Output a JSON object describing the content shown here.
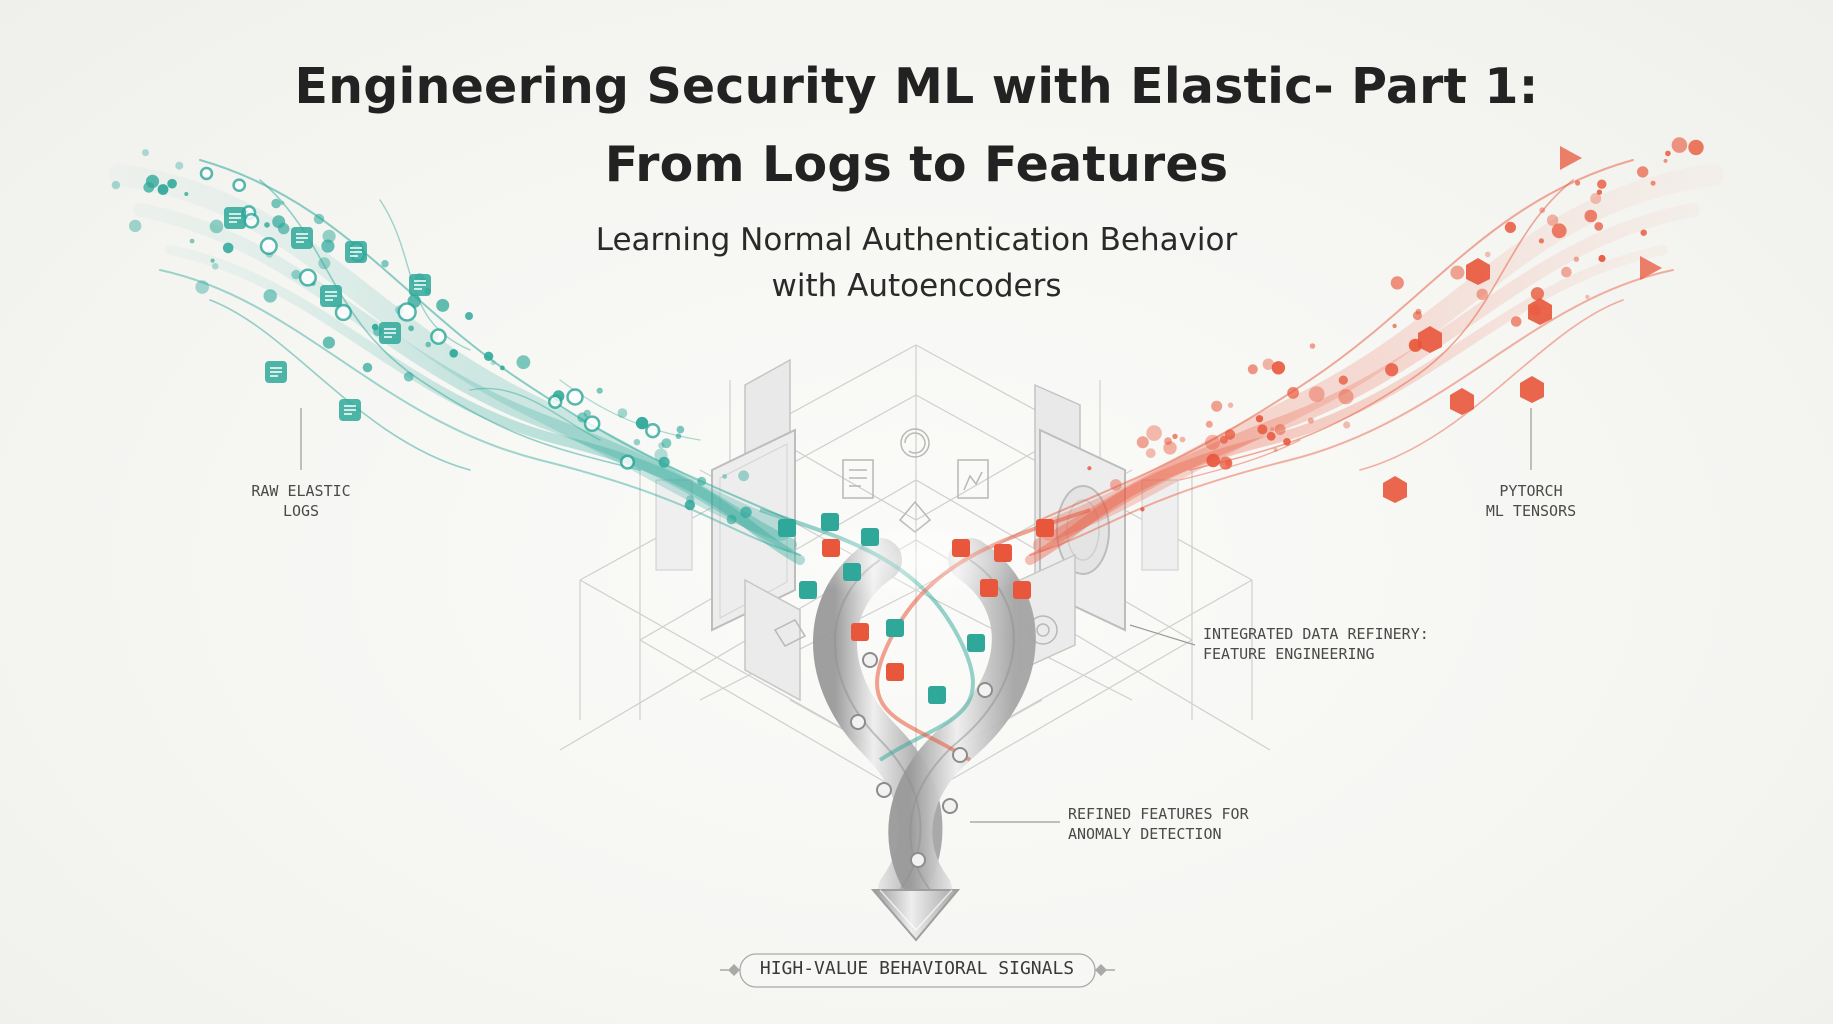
{
  "header": {
    "title_line_1": "Engineering Security ML with Elastic- Part 1:",
    "title_line_2": "From Logs to Features",
    "subtitle_line_1": "Learning Normal Authentication Behavior",
    "subtitle_line_2": "with Autoencoders"
  },
  "labels": {
    "raw_line_1": "RAW ELASTIC",
    "raw_line_2": "LOGS",
    "pytorch_line_1": "PYTORCH",
    "pytorch_line_2": "ML TENSORS",
    "refinery_line_1": "INTEGRATED DATA REFINERY:",
    "refinery_line_2": "FEATURE ENGINEERING",
    "refined_line_1": "REFINED FEATURES FOR",
    "refined_line_2": "ANOMALY DETECTION",
    "signals": "HIGH-VALUE BEHAVIORAL SIGNALS"
  },
  "colors": {
    "teal": "#2fa89a",
    "teal_light": "#8fd3c9",
    "coral": "#e8573b",
    "coral_light": "#f4a791",
    "silver": "#b5b5b5",
    "text_dark": "#222222"
  },
  "icons": [
    "document-icon",
    "log-file-icon",
    "cube-icon",
    "triangle-icon",
    "gear-icon",
    "brain-icon",
    "chart-icon"
  ]
}
